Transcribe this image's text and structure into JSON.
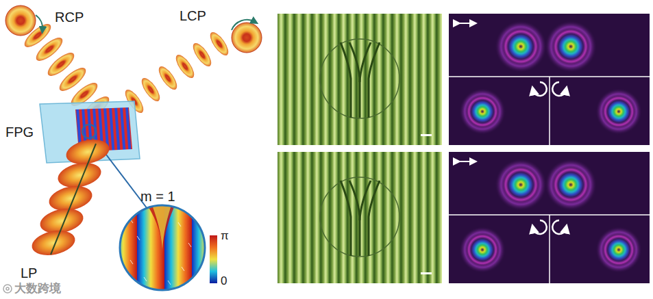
{
  "diagram": {
    "labels": [
      "RCP",
      "LCP",
      "FPG",
      "m = 1",
      "π",
      "0",
      "LP",
      "大数跨境"
    ]
  }
}
